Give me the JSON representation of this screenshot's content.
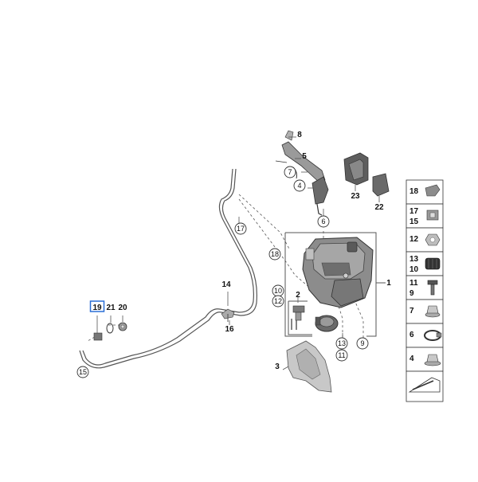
{
  "diagram": {
    "callouts": [
      {
        "id": "c8",
        "text": "8"
      },
      {
        "id": "c5",
        "text": "5"
      },
      {
        "id": "c7",
        "text": "7",
        "circled": true
      },
      {
        "id": "c4",
        "text": "4",
        "circled": true
      },
      {
        "id": "c6",
        "text": "6",
        "circled": true
      },
      {
        "id": "c23",
        "text": "23"
      },
      {
        "id": "c22",
        "text": "22"
      },
      {
        "id": "c17",
        "text": "17",
        "circled": true
      },
      {
        "id": "c18",
        "text": "18",
        "circled": true
      },
      {
        "id": "c1",
        "text": "1"
      },
      {
        "id": "c10",
        "text": "10",
        "circled": true
      },
      {
        "id": "c12",
        "text": "12",
        "circled": true
      },
      {
        "id": "c2",
        "text": "2"
      },
      {
        "id": "c14",
        "text": "14"
      },
      {
        "id": "c16",
        "text": "16"
      },
      {
        "id": "c19",
        "text": "19",
        "highlighted": true
      },
      {
        "id": "c21",
        "text": "21"
      },
      {
        "id": "c20",
        "text": "20"
      },
      {
        "id": "c13",
        "text": "13",
        "circled": true
      },
      {
        "id": "c11",
        "text": "11",
        "circled": true
      },
      {
        "id": "c9",
        "text": "9",
        "circled": true
      },
      {
        "id": "c3",
        "text": "3"
      },
      {
        "id": "c15",
        "text": "15",
        "circled": true
      }
    ],
    "side_panel": [
      {
        "top": "18",
        "bottom": "",
        "icon": "clip-icon"
      },
      {
        "top": "17",
        "bottom": "15",
        "icon": "bracket-clip-icon"
      },
      {
        "top": "12",
        "bottom": "",
        "icon": "hex-nut-icon"
      },
      {
        "top": "13",
        "bottom": "10",
        "icon": "rubber-grommet-icon"
      },
      {
        "top": "11",
        "bottom": "9",
        "icon": "bolt-icon"
      },
      {
        "top": "7",
        "bottom": "",
        "icon": "collar-nut-icon"
      },
      {
        "top": "6",
        "bottom": "",
        "icon": "hose-clamp-icon"
      },
      {
        "top": "4",
        "bottom": "",
        "icon": "flange-nut-icon"
      },
      {
        "top": "",
        "bottom": "",
        "icon": "orientation-arrow-icon"
      }
    ],
    "colors": {
      "line": "#555555",
      "part_dark": "#5a5a5a",
      "part_mid": "#8c8c8c",
      "part_light": "#c8c8c8",
      "highlight": "#2a6fd6"
    }
  }
}
